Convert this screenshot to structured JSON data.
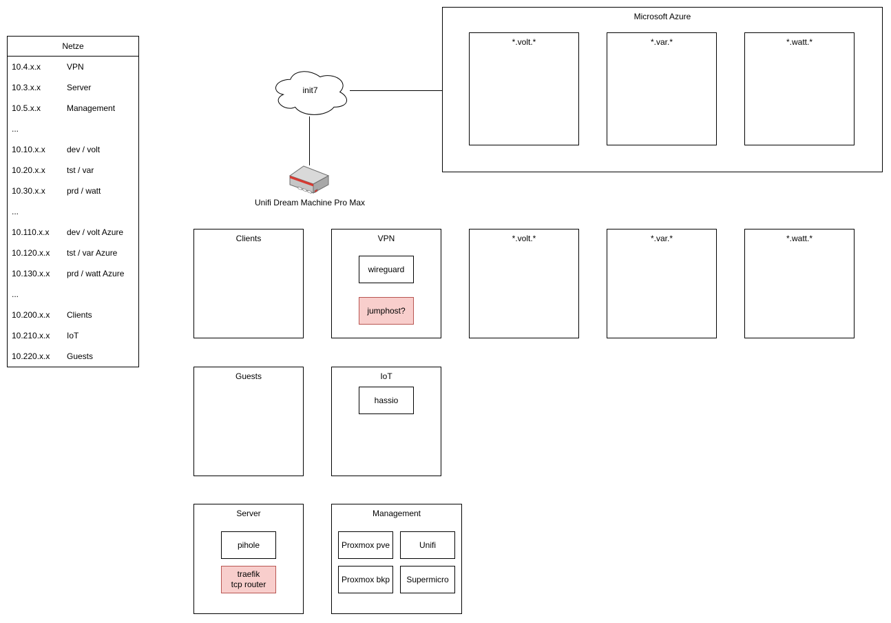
{
  "netze": {
    "title": "Netze",
    "rows": [
      {
        "ip": "10.4.x.x",
        "label": "VPN"
      },
      {
        "ip": "10.3.x.x",
        "label": "Server"
      },
      {
        "ip": "10.5.x.x",
        "label": "Management"
      },
      {
        "ip": "...",
        "label": ""
      },
      {
        "ip": "10.10.x.x",
        "label": "dev / volt"
      },
      {
        "ip": "10.20.x.x",
        "label": "tst / var"
      },
      {
        "ip": "10.30.x.x",
        "label": "prd / watt"
      },
      {
        "ip": "...",
        "label": ""
      },
      {
        "ip": "10.110.x.x",
        "label": "dev / volt Azure"
      },
      {
        "ip": "10.120.x.x",
        "label": "tst / var Azure"
      },
      {
        "ip": "10.130.x.x",
        "label": "prd / watt Azure"
      },
      {
        "ip": "...",
        "label": ""
      },
      {
        "ip": "10.200.x.x",
        "label": "Clients"
      },
      {
        "ip": "10.210.x.x",
        "label": "IoT"
      },
      {
        "ip": "10.220.x.x",
        "label": "Guests"
      }
    ]
  },
  "wan": {
    "cloud_label": "init7",
    "router_label": "Unifi Dream Machine Pro Max"
  },
  "azure": {
    "title": "Microsoft Azure",
    "subnets": [
      "*.volt.*",
      "*.var.*",
      "*.watt.*"
    ]
  },
  "groups": {
    "clients": {
      "title": "Clients"
    },
    "vpn": {
      "title": "VPN",
      "wireguard": "wireguard",
      "jumphost": "jumphost?"
    },
    "volt": {
      "title": "*.volt.*"
    },
    "var": {
      "title": "*.var.*"
    },
    "watt": {
      "title": "*.watt.*"
    },
    "guests": {
      "title": "Guests"
    },
    "iot": {
      "title": "IoT",
      "hassio": "hassio"
    },
    "server": {
      "title": "Server",
      "pihole": "pihole",
      "traefik": "traefik\ntcp router"
    },
    "management": {
      "title": "Management",
      "nodes": [
        "Proxmox pve",
        "Unifi",
        "Proxmox bkp",
        "Supermicro"
      ]
    }
  },
  "colors": {
    "highlight_fill": "#f8cecc",
    "highlight_border": "#b85450",
    "shape_border": "#000000",
    "canvas": "#ffffff",
    "router_red": "#d63a32"
  }
}
